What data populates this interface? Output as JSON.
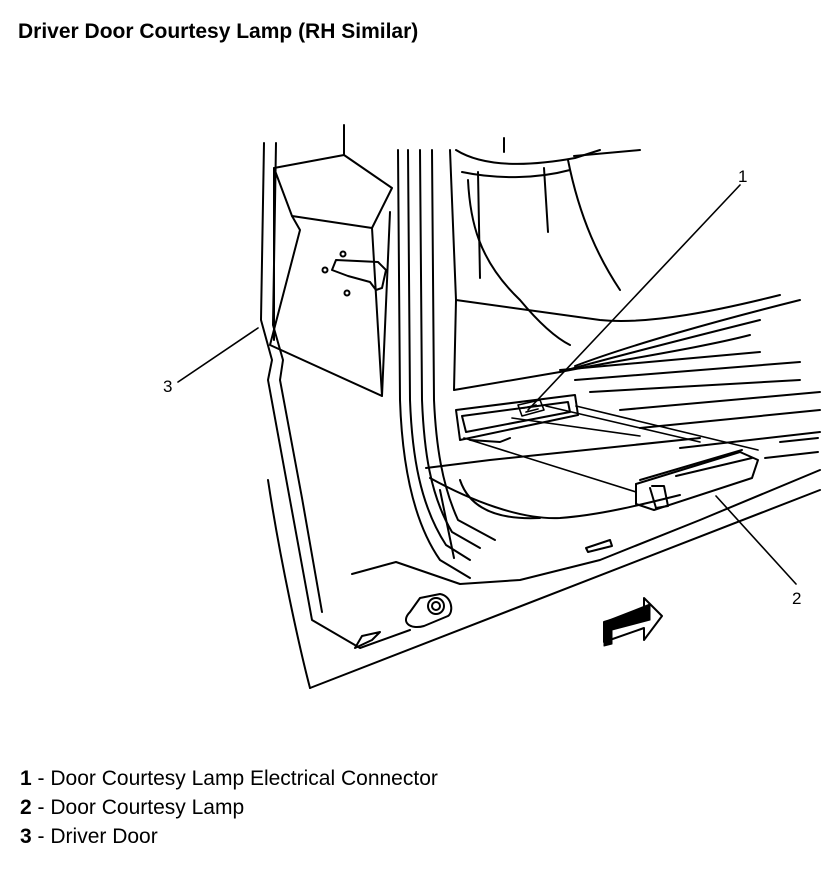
{
  "title": "Driver Door Courtesy Lamp (RH Similar)",
  "callouts": [
    {
      "number": "1"
    },
    {
      "number": "2"
    },
    {
      "number": "3"
    }
  ],
  "legend": [
    {
      "number": "1",
      "separator": "-",
      "text": "Door Courtesy Lamp Electrical Connector"
    },
    {
      "number": "2",
      "separator": "-",
      "text": "Door Courtesy Lamp"
    },
    {
      "number": "3",
      "separator": "-",
      "text": "Driver Door"
    }
  ]
}
